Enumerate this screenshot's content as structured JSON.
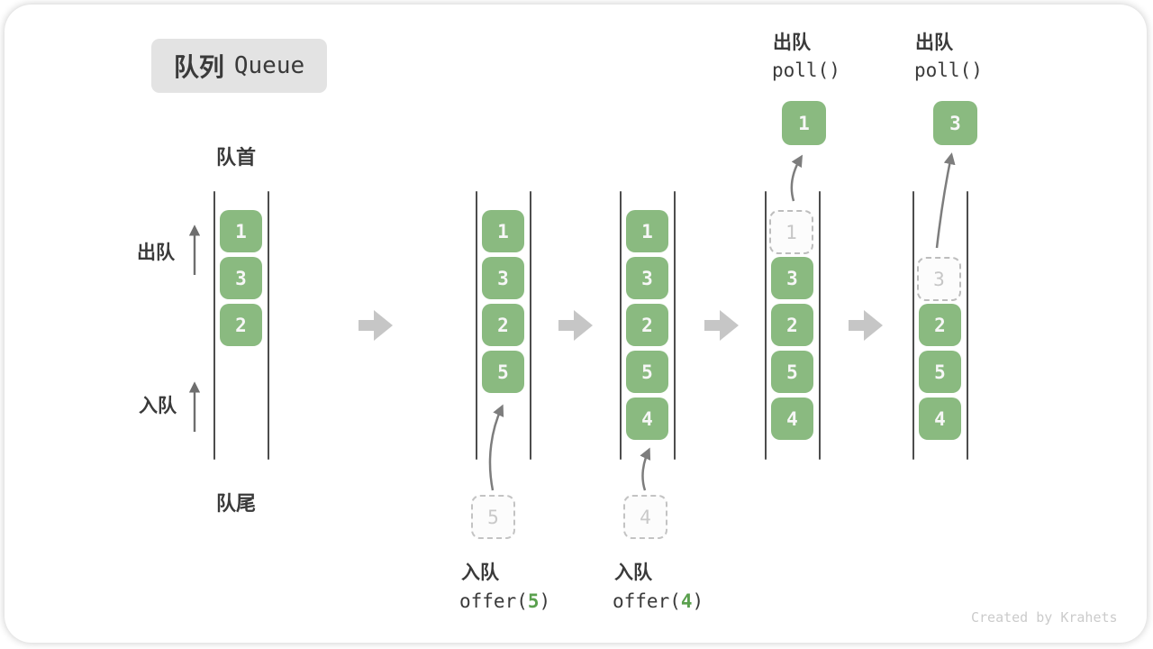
{
  "title": {
    "zh": "队列",
    "en": "Queue"
  },
  "queue_labels": {
    "front": "队首",
    "rear": "队尾"
  },
  "side_ops": {
    "dequeue_label": "出队",
    "enqueue_label": "入队"
  },
  "states": [
    {
      "cells": [
        "1",
        "3",
        "2"
      ]
    },
    {
      "cells": [
        "1",
        "3",
        "2",
        "5"
      ]
    },
    {
      "cells": [
        "1",
        "3",
        "2",
        "5",
        "4"
      ]
    },
    {
      "ghost": "1",
      "cells": [
        "3",
        "2",
        "5",
        "4"
      ]
    },
    {
      "ghost": "3",
      "cells": [
        "2",
        "5",
        "4"
      ]
    }
  ],
  "enqueue_ops": [
    {
      "label": "入队",
      "fn": "offer(",
      "arg": "5",
      "close": ")",
      "staged": "5"
    },
    {
      "label": "入队",
      "fn": "offer(",
      "arg": "4",
      "close": ")",
      "staged": "4"
    }
  ],
  "dequeue_ops": [
    {
      "label": "出队",
      "code": "poll()",
      "removed": "1"
    },
    {
      "label": "出队",
      "code": "poll()",
      "removed": "3"
    }
  ],
  "watermark": "Created by Krahets",
  "colors": {
    "cell_green": "#8aba80",
    "code_green": "#5aa04e",
    "block_arrow_gray": "#c6c6c6",
    "flow_arrow_gray": "#7d7d7d",
    "title_bg": "#e3e3e3",
    "text_dark": "#3a3a3a",
    "ghost_border": "#bdbdbd",
    "wall_dark": "#4d4d4d"
  }
}
